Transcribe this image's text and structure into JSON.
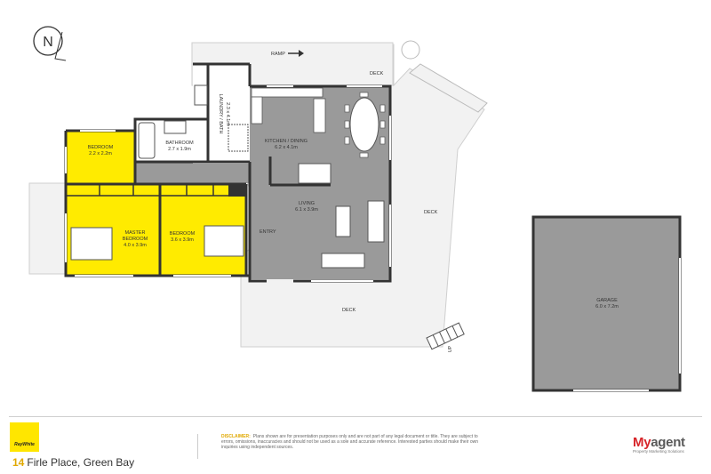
{
  "compass": {
    "letter": "N"
  },
  "rooms": {
    "bedroom": {
      "name": "BEDROOM",
      "size": "2.2 x 2.2m"
    },
    "bathroom": {
      "name": "BATHROOM",
      "size": "2.7 x 1.9m"
    },
    "laundry": {
      "name": "LAUNDRY / BATH",
      "size": "2.3 x 4.1m"
    },
    "kitchen": {
      "name": "KITCHEN / DINING",
      "size": "6.2 x 4.1m"
    },
    "master": {
      "name_line1": "MASTER",
      "name_line2": "BEDROOM",
      "size": "4.0 x 3.9m"
    },
    "bedroom2": {
      "name": "BEDROOM",
      "size": "3.6 x 3.9m"
    },
    "living": {
      "name": "LIVING",
      "size": "6.1 x 3.9m"
    },
    "garage": {
      "name": "GARAGE",
      "size": "6.0 x 7.2m"
    }
  },
  "labels": {
    "ramp": "RAMP",
    "deck_top": "DECK",
    "deck_right": "DECK",
    "deck_bottom": "DECK",
    "entry": "ENTRY",
    "up": "UP"
  },
  "footer": {
    "logo_text": "RayWhite",
    "street_number": "14",
    "street": "Firle Place, Green Bay",
    "disclaimer_head": "DISCLAIMER:",
    "disclaimer_body": "Plans shown are for presentation purposes only and are not part of any legal document or title. They are subject to errors, omissions, inaccuracies and should not be used as a sole and accurate reference. Interested parties should make their own inquiries using independent sources.",
    "brand_my": "My",
    "brand_agent": "agent",
    "brand_tagline": "Property Marketing Solutions"
  },
  "colors": {
    "wall": "#333333",
    "floor": "#9a9a9a",
    "bedroom_fill": "#ffeb00",
    "deck": "#f2f2f2",
    "accent": "#e0a800"
  }
}
